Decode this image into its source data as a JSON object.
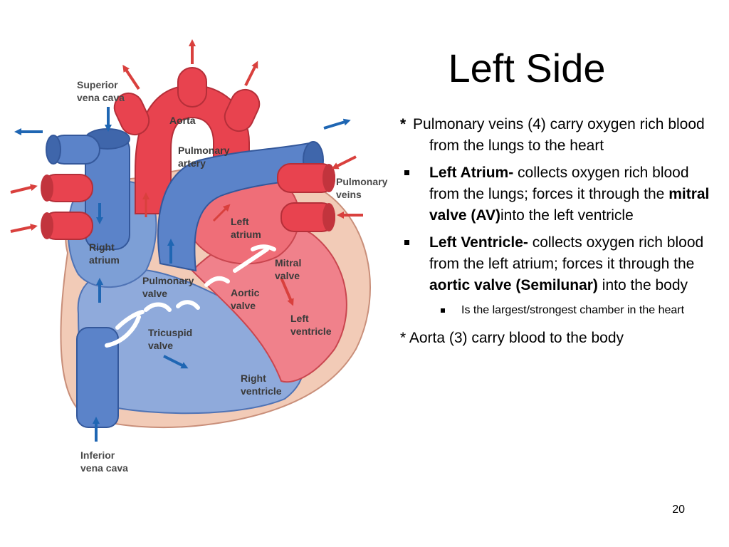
{
  "slide": {
    "title": "Left Side",
    "page_number": "20"
  },
  "diagram": {
    "labels": {
      "superior_vena_cava_1": "Superior",
      "superior_vena_cava_2": "vena cava",
      "aorta": "Aorta",
      "pulmonary_artery_1": "Pulmonary",
      "pulmonary_artery_2": "artery",
      "pulmonary_veins_1": "Pulmonary",
      "pulmonary_veins_2": "veins",
      "left_atrium_1": "Left",
      "left_atrium_2": "atrium",
      "right_atrium_1": "Right",
      "right_atrium_2": "atrium",
      "mitral_valve_1": "Mitral",
      "mitral_valve_2": "valve",
      "pulmonary_valve_1": "Pulmonary",
      "pulmonary_valve_2": "valve",
      "aortic_valve_1": "Aortic",
      "aortic_valve_2": "valve",
      "left_ventricle_1": "Left",
      "left_ventricle_2": "ventricle",
      "tricuspid_valve_1": "Tricuspid",
      "tricuspid_valve_2": "valve",
      "right_ventricle_1": "Right",
      "right_ventricle_2": "ventricle",
      "inferior_vena_cava_1": "Inferior",
      "inferior_vena_cava_2": "vena cava"
    },
    "colors": {
      "oxygenated": "#e8434f",
      "deoxygenated": "#5b83c9",
      "muscle": "#f2cbb7",
      "arrow_red": "#d9403d",
      "arrow_blue": "#1f66b3"
    }
  },
  "content": {
    "item1": {
      "star": "*",
      "text": " Pulmonary veins (4) carry oxygen rich blood from the lungs to the heart"
    },
    "item2": {
      "bold1": "Left Atrium-",
      "text1": " collects oxygen rich blood from the lungs; forces it through the ",
      "bold2": "mitral valve  (AV)",
      "text2": "into the left ventricle"
    },
    "item3": {
      "bold1": "Left Ventricle-",
      "text1": " collects oxygen rich blood from the left atrium; forces it through the ",
      "bold2": "aortic valve (Semilunar)",
      "text2": " into the body"
    },
    "item3_sub": "Is the largest/strongest chamber in the heart",
    "item4": "* Aorta (3) carry blood to the body"
  }
}
